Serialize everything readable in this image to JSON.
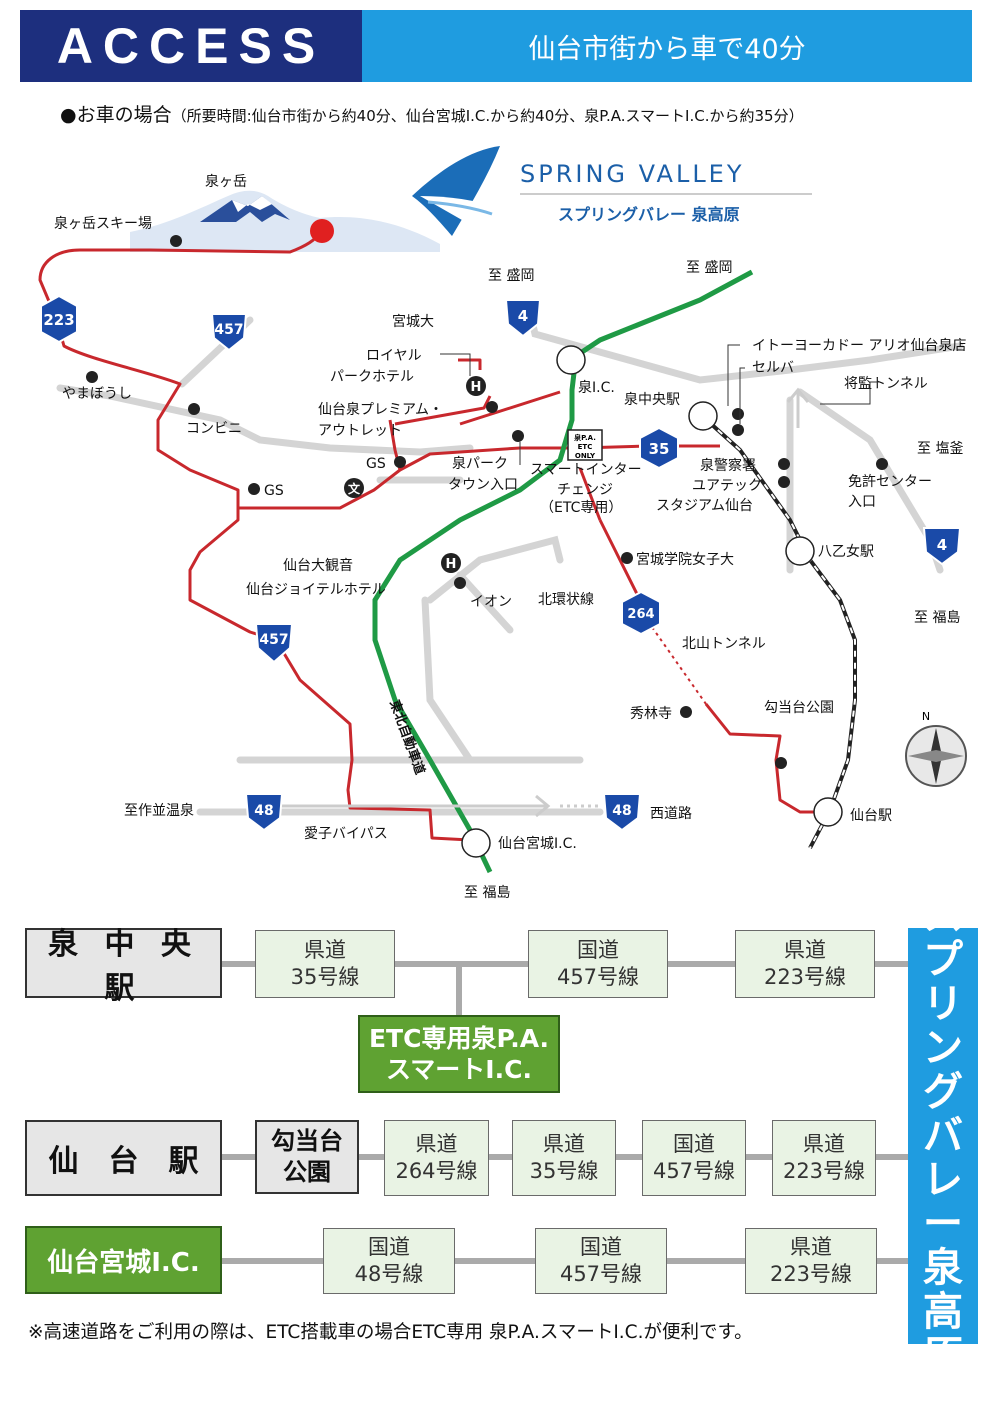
{
  "header": {
    "title": "ACCESS",
    "subtitle": "仙台市街から車で40分"
  },
  "subline": {
    "main": "●お車の場合",
    "detail": "（所要時間:仙台市街から約40分、仙台宮城I.C.から約40分、泉P.A.スマートI.C.から約35分）"
  },
  "logo": {
    "name": "SPRING VALLEY",
    "name_ja": "スプリングバレー 泉高原",
    "icon": "spring-valley-wave-logo"
  },
  "map": {
    "route_shields": {
      "r223": "223",
      "r457a": "457",
      "r457b": "457",
      "r4a": "4",
      "r4b": "4",
      "r35": "35",
      "r264": "264",
      "r48a": "48",
      "r48b": "48"
    },
    "labels": {
      "izumigatake": "泉ヶ岳",
      "ski": "泉ヶ岳スキー場",
      "yamaboushi": "やまぼうし",
      "konbini": "コンビニ",
      "gs1": "GS",
      "gs2": "GS",
      "miyagidai": "宮城大",
      "royal1": "ロイヤル",
      "royal2": "パークホテル",
      "outlet1": "仙台泉プレミアム・",
      "outlet2": "アウトレット",
      "izumipark1": "泉パーク",
      "izumipark2": "タウン入口",
      "smart1": "スマートインター",
      "smart2": "チェンジ",
      "smart3": "（ETC専用）",
      "etc_sign": [
        "泉P.A.",
        "ETC",
        "ONLY"
      ],
      "to_morioka1": "至 盛岡",
      "to_morioka2": "至 盛岡",
      "izumi_ic": "泉I.C.",
      "izumichuo": "泉中央駅",
      "itoyokado": "イトーヨーカドー アリオ仙台泉店",
      "seruba": "セルバ",
      "shogen": "将監トンネル",
      "shiogama": "至 塩釜",
      "keisatsu": "泉警察署",
      "yuatekku1": "ユアテック",
      "yuatekku2": "スタジアム仙台",
      "menkyo1": "免許センター",
      "menkyo2": "入口",
      "hachiotome": "八乙女駅",
      "to_fukushima1": "至 福島",
      "to_fukushima2": "至 福島",
      "daikannon": "仙台大観音",
      "joytel": "仙台ジョイテルホテル",
      "aeon": "イオン",
      "hokkan": "北環状線",
      "gakuin": "宮城学院女子大",
      "kitayama": "北山トンネル",
      "shurinji": "秀林寺",
      "kotodai": "勾当台公園",
      "expressway": "東北自動車道",
      "sakunami": "至作並温泉",
      "ayashi": "愛子バイパス",
      "seidoro": "西道路",
      "miyagi_ic": "仙台宮城I.C.",
      "sendai_st": "仙台駅",
      "compass_n": "N"
    }
  },
  "routes": {
    "row1": {
      "start": "泉 中 央 駅",
      "steps": [
        [
          "県道",
          "35号線"
        ],
        [
          "国道",
          "457号線"
        ],
        [
          "県道",
          "223号線"
        ]
      ],
      "branch": [
        "ETC専用泉P.A.",
        "スマートI.C."
      ]
    },
    "row2": {
      "start": "仙　台　駅",
      "steps": [
        [
          "勾当台",
          "公園"
        ],
        [
          "県道",
          "264号線"
        ],
        [
          "県道",
          "35号線"
        ],
        [
          "国道",
          "457号線"
        ],
        [
          "県道",
          "223号線"
        ]
      ]
    },
    "row3": {
      "start": "仙台宮城I.C.",
      "steps": [
        [
          "国道",
          "48号線"
        ],
        [
          "国道",
          "457号線"
        ],
        [
          "県道",
          "223号線"
        ]
      ]
    }
  },
  "destination": "スプリングバレー泉高原",
  "footnote": "※高速道路をご利用の際は、ETC搭載車の場合ETC専用 泉P.A.スマートI.C.が便利です。",
  "colors": {
    "navy": "#1d2f7e",
    "blue": "#1f9ce0",
    "red_road": "#c8282d",
    "green_road": "#1f9a45",
    "gray_road": "#d4d4d4",
    "shield": "#1a4aa8"
  }
}
